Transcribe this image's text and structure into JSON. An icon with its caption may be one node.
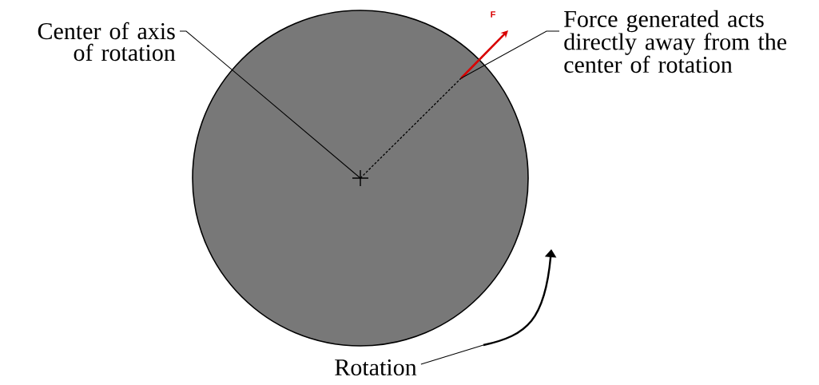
{
  "diagram": {
    "nodes": [
      {
        "text": [
          "Center of axis of rotation"
        ]
      },
      {
        "text": [],
        "shape": "circle"
      },
      {
        "text": [],
        "shape": "cross",
        "in": 1
      },
      {
        "text": [
          "Force generated acts directly away from the center of rotation"
        ]
      },
      {
        "text": [
          "Rotation"
        ]
      }
    ],
    "edges": [
      {
        "from": 0,
        "to": 2,
        "arrow": "none"
      },
      {
        "from": 3,
        "to": null,
        "arrow": "none"
      },
      {
        "from": 4,
        "to": null,
        "arrow": "none"
      }
    ],
    "labels": [
      "F"
    ]
  }
}
